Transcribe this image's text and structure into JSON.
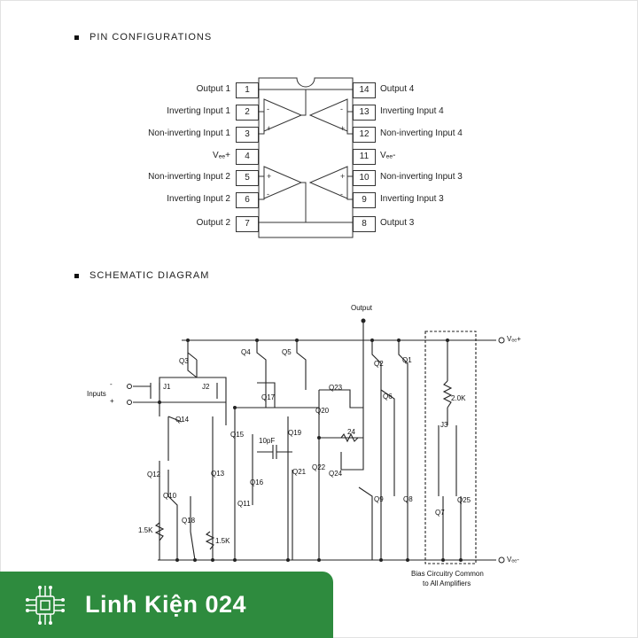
{
  "sections": {
    "pin_configurations": "PIN CONFIGURATIONS",
    "schematic_diagram": "SCHEMATIC DIAGRAM"
  },
  "pins_left": [
    {
      "num": "1",
      "label": "Output 1"
    },
    {
      "num": "2",
      "label": "Inverting Input 1"
    },
    {
      "num": "3",
      "label": "Non-inverting Input 1"
    },
    {
      "num": "4",
      "label": "Vₑₑ+"
    },
    {
      "num": "5",
      "label": "Non-inverting Input 2"
    },
    {
      "num": "6",
      "label": "Inverting Input 2"
    },
    {
      "num": "7",
      "label": "Output 2"
    }
  ],
  "pins_right": [
    {
      "num": "14",
      "label": "Output 4"
    },
    {
      "num": "13",
      "label": "Inverting Input 4"
    },
    {
      "num": "12",
      "label": "Non-inverting Input 4"
    },
    {
      "num": "11",
      "label": "Vₑₑ-"
    },
    {
      "num": "10",
      "label": "Non-inverting Input 3"
    },
    {
      "num": "9",
      "label": "Inverting Input 3"
    },
    {
      "num": "8",
      "label": "Output 3"
    }
  ],
  "schematic": {
    "output": "Output",
    "vcc_plus": "Vₑₑ+",
    "vcc_minus": "Vₑₑ-",
    "inputs": "Inputs",
    "minus": "-",
    "plus": "+",
    "transistors": {
      "q1": "Q1",
      "q2": "Q2",
      "q3": "Q3",
      "q4": "Q4",
      "q5": "Q5",
      "q6": "Q6",
      "q7": "Q7",
      "q8": "Q8",
      "q9": "Q9",
      "q10": "Q10",
      "q11": "Q11",
      "q12": "Q12",
      "q13": "Q13",
      "q14": "Q14",
      "q15": "Q15",
      "q16": "Q16",
      "q17": "Q17",
      "q18": "Q18",
      "q19": "Q19",
      "q20": "Q20",
      "q21": "Q21",
      "q22": "Q22",
      "q23": "Q23",
      "q24": "Q24",
      "q25": "Q25",
      "j1": "J1",
      "j2": "J2",
      "j3": "J3"
    },
    "components": {
      "c_10pf": "10pF",
      "r_24": "24",
      "r_2k": "2.0K",
      "r_15k_a": "1.5K",
      "r_15k_b": "1.5K"
    },
    "bias_caption_1": "Bias Circuitry Common",
    "bias_caption_2": "to All Amplifiers"
  },
  "banner": {
    "text": "Linh Kiện 024",
    "color": "#2e8b3e"
  }
}
